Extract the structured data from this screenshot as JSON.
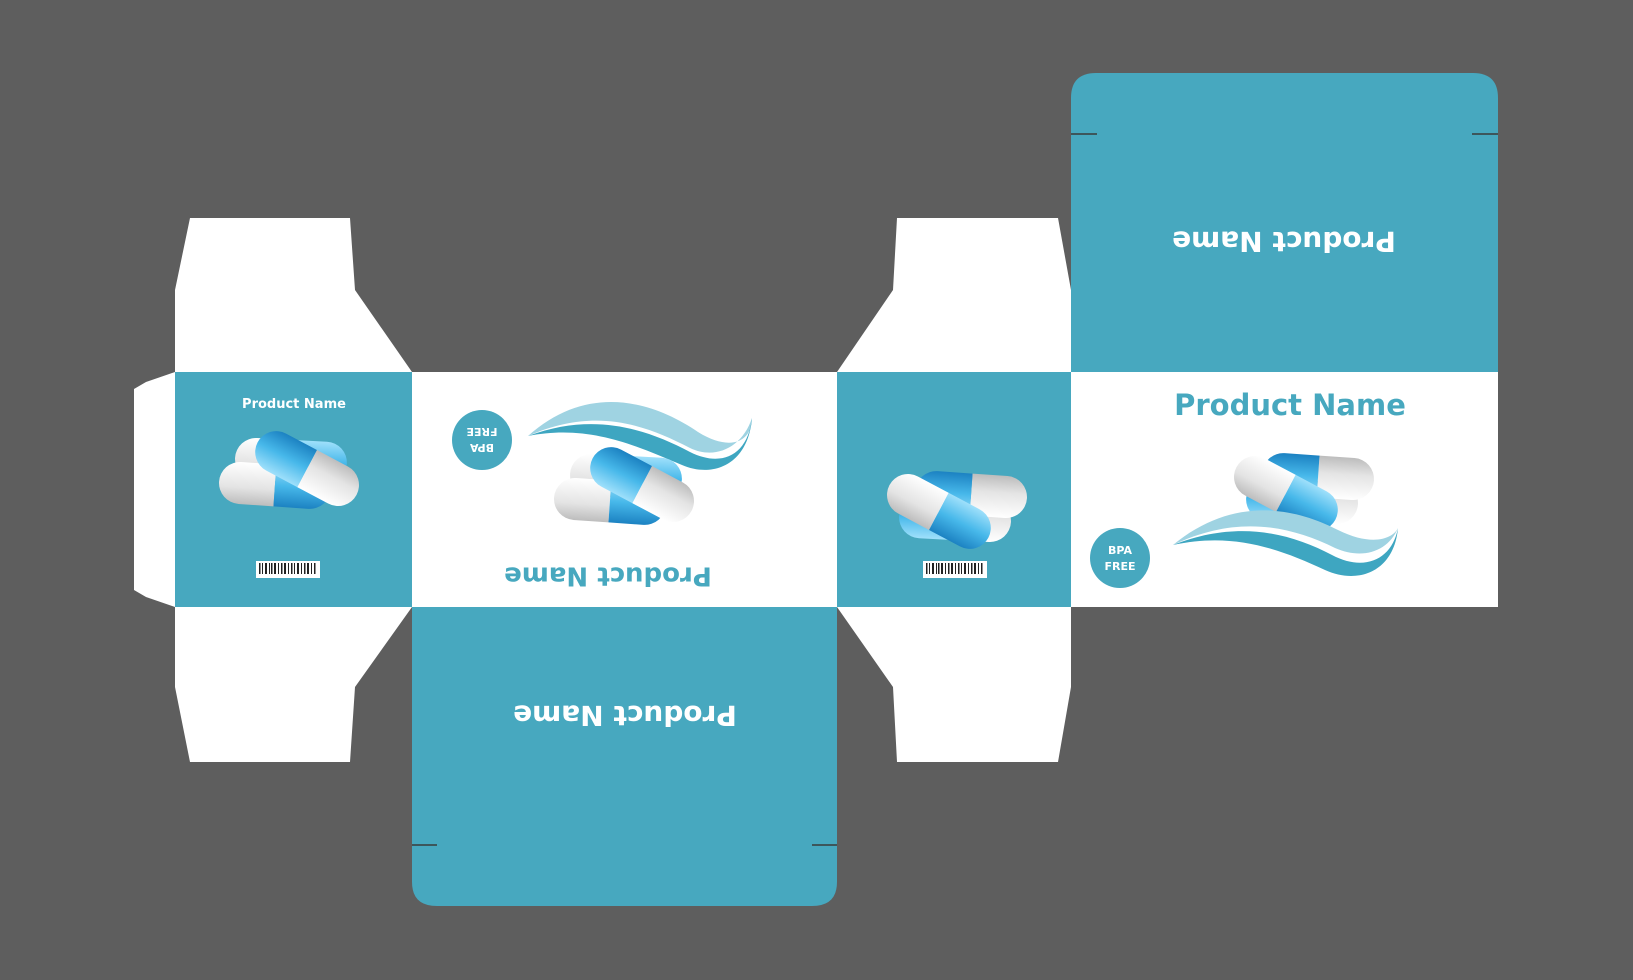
{
  "colors": {
    "background": "#5e5e5e",
    "teal": "#47a8bf",
    "white": "#ffffff",
    "capsule_blue": "#45b6e6",
    "capsule_white": "#e8e8e8"
  },
  "panels": {
    "side_left": {
      "product_name": "Product Name",
      "icon": "barcode-icon"
    },
    "back": {
      "product_name": "Product Name",
      "badge_line1": "BPA",
      "badge_line2": "FREE"
    },
    "bottom_flap": {
      "product_name": "Product Name"
    },
    "side_right": {
      "icon": "barcode-icon"
    },
    "front": {
      "product_name": "Product Name",
      "badge_line1": "BPA",
      "badge_line2": "FREE"
    },
    "top_flap": {
      "product_name": "Product Name"
    }
  }
}
